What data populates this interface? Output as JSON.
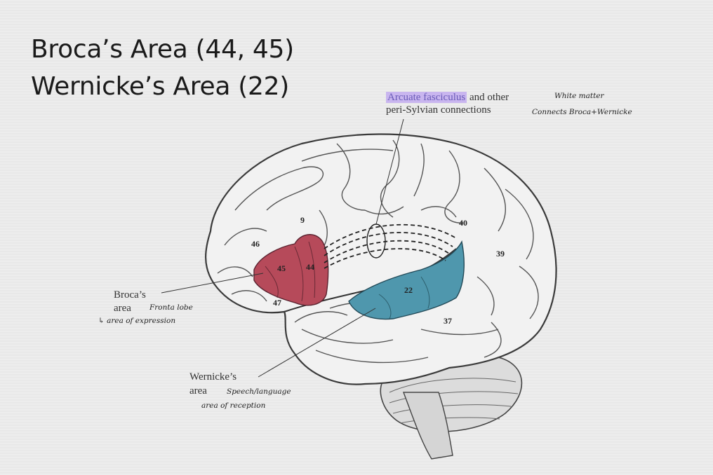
{
  "title": {
    "line1": "Broca’s Area (44, 45)",
    "line2": "Wernicke’s Area (22)"
  },
  "diagram": {
    "arcuate_label_highlight": "Arcuate fasciculus",
    "arcuate_label_rest": " and other",
    "arcuate_label_line2": "peri-Sylvian connections",
    "note_white_matter": "White matter",
    "note_connects": "Connects Broca+Wernicke",
    "broca_label_line1": "Broca’s",
    "broca_label_line2": "area",
    "broca_note1": "Fronta lobe",
    "broca_note2": "↳ area of expression",
    "wernicke_label_line1": "Wernicke’s",
    "wernicke_label_line2": "area",
    "wernicke_note1": "Speech/language",
    "wernicke_note2": "area of reception",
    "areas": {
      "a9": "9",
      "a46": "46",
      "a45": "45",
      "a44": "44",
      "a47": "47",
      "a40": "40",
      "a39": "39",
      "a22": "22",
      "a37": "37"
    },
    "colors": {
      "broca": "#b64a5a",
      "wernicke": "#4f97ad",
      "highlight": "#c9b6ef"
    }
  }
}
